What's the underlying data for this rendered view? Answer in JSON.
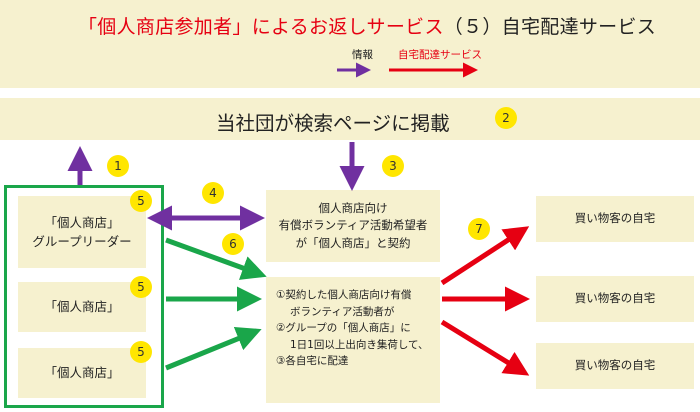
{
  "header": {
    "title_prefix": "「個人商店参加者」によるお返しサービス",
    "title_suffix": "（５）自宅配達サービス",
    "legend_info": "情報",
    "legend_service": "自宅配達サービス"
  },
  "publish": {
    "text": "当社団が検索ページに掲載"
  },
  "groups": {
    "leader_line1": "「個人商店」",
    "leader_line2": "グループリーダー",
    "shop1": "「個人商店」",
    "shop2": "「個人商店」"
  },
  "volunteer": {
    "line1": "個人商店向け",
    "line2": "有償ボランティア活動希望者",
    "line3": "が「個人商店」と契約"
  },
  "flow": {
    "step1a": "①契約した個人商店向け有償",
    "step1b": "ボランティア活動者が",
    "step2a": "②グループの「個人商店」に",
    "step2b": "1日1回以上出向き集荷して、",
    "step3": "③各自宅に配達"
  },
  "customers": [
    "買い物客の自宅",
    "買い物客の自宅",
    "買い物客の自宅"
  ],
  "badges": {
    "b1": "1",
    "b2": "2",
    "b3": "3",
    "b4": "4",
    "b5a": "5",
    "b5b": "5",
    "b5c": "5",
    "b6": "6",
    "b7": "7"
  },
  "colors": {
    "info": "#7030a0",
    "service": "#e60012",
    "group": "#1aa64a",
    "badge": "#ffe600",
    "box": "#f6f1cf"
  },
  "icons": {
    "info_arrow": "purple-arrow-icon",
    "service_arrow": "red-arrow-icon",
    "group_arrow": "green-arrow-icon"
  }
}
